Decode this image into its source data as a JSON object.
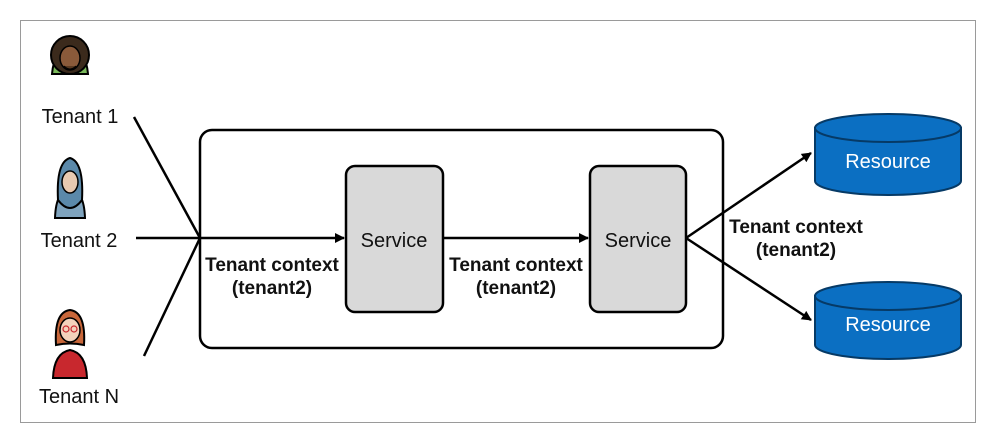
{
  "tenants": [
    {
      "label": "Tenant 1",
      "icon": "tenant-avatar-icon"
    },
    {
      "label": "Tenant 2",
      "icon": "tenant-avatar-icon"
    },
    {
      "label": "Tenant N",
      "icon": "tenant-avatar-icon"
    }
  ],
  "services": [
    {
      "label": "Service"
    },
    {
      "label": "Service"
    }
  ],
  "resources": [
    {
      "label": "Resource"
    },
    {
      "label": "Resource"
    }
  ],
  "context_labels": [
    {
      "line1": "Tenant context",
      "line2": "(tenant2)"
    },
    {
      "line1": "Tenant context",
      "line2": "(tenant2)"
    },
    {
      "line1": "Tenant context",
      "line2": "(tenant2)"
    }
  ],
  "colors": {
    "service_fill": "#d9d9d9",
    "resource_fill": "#0b6fc2",
    "resource_stroke": "#063a66",
    "tenant1_shirt": "#79b85a",
    "tenant2_hijab": "#7fa3bd",
    "tenantN_shirt": "#c8282e"
  }
}
